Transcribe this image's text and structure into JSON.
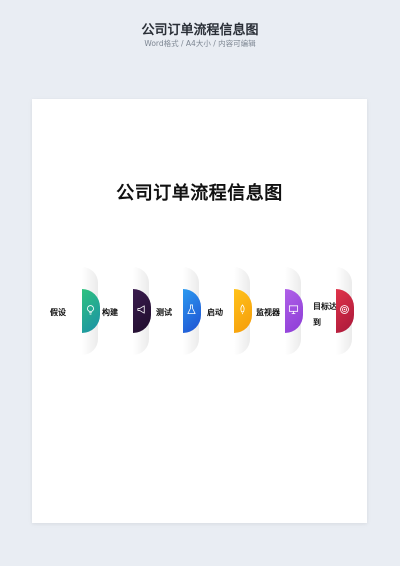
{
  "header": {
    "title": "公司订单流程信息图",
    "subtitle": "Word格式 / A4大小 / 内容可编辑"
  },
  "document": {
    "title": "公司订单流程信息图",
    "steps": [
      {
        "label": "假设",
        "icon": "bulb-icon",
        "color_from": "#2ec27e",
        "color_to": "#1a8fa8"
      },
      {
        "label": "构建",
        "icon": "megaphone-icon",
        "color_from": "#3b1c4f",
        "color_to": "#1f0d2b"
      },
      {
        "label": "测试",
        "icon": "flask-icon",
        "color_from": "#2b9af0",
        "color_to": "#1f4fd1"
      },
      {
        "label": "启动",
        "icon": "rocket-icon",
        "color_from": "#ffc21a",
        "color_to": "#f59b0a"
      },
      {
        "label": "监视器",
        "icon": "monitor-icon",
        "color_from": "#b060e8",
        "color_to": "#8b3bd6"
      },
      {
        "label": "目标达到",
        "icon": "target-icon",
        "color_from": "#e0334a",
        "color_to": "#a8183a"
      }
    ]
  }
}
